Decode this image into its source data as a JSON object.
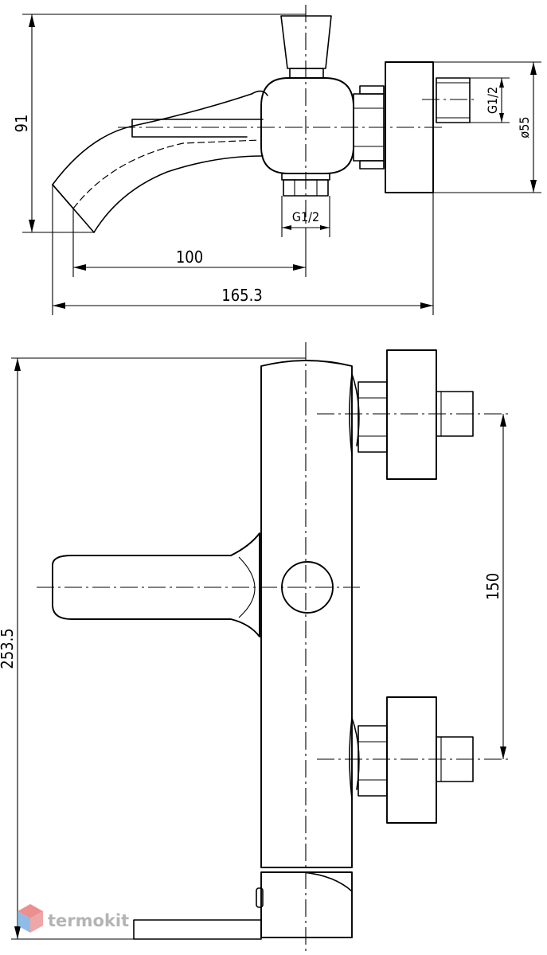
{
  "dimensions": {
    "top_view": {
      "height_91": "91",
      "spout_100": "100",
      "overall_165": "165.3",
      "thread_bottom": "G1/2",
      "thread_side": "G1/2",
      "diameter_55": "ø55"
    },
    "front_view": {
      "overall_height": "253.5",
      "inlet_spacing": "150"
    }
  },
  "watermark": {
    "text": "termokit",
    "colors": {
      "primary": "#e24a4a",
      "secondary": "#4a8fd6",
      "text": "#b4b4b4"
    }
  }
}
